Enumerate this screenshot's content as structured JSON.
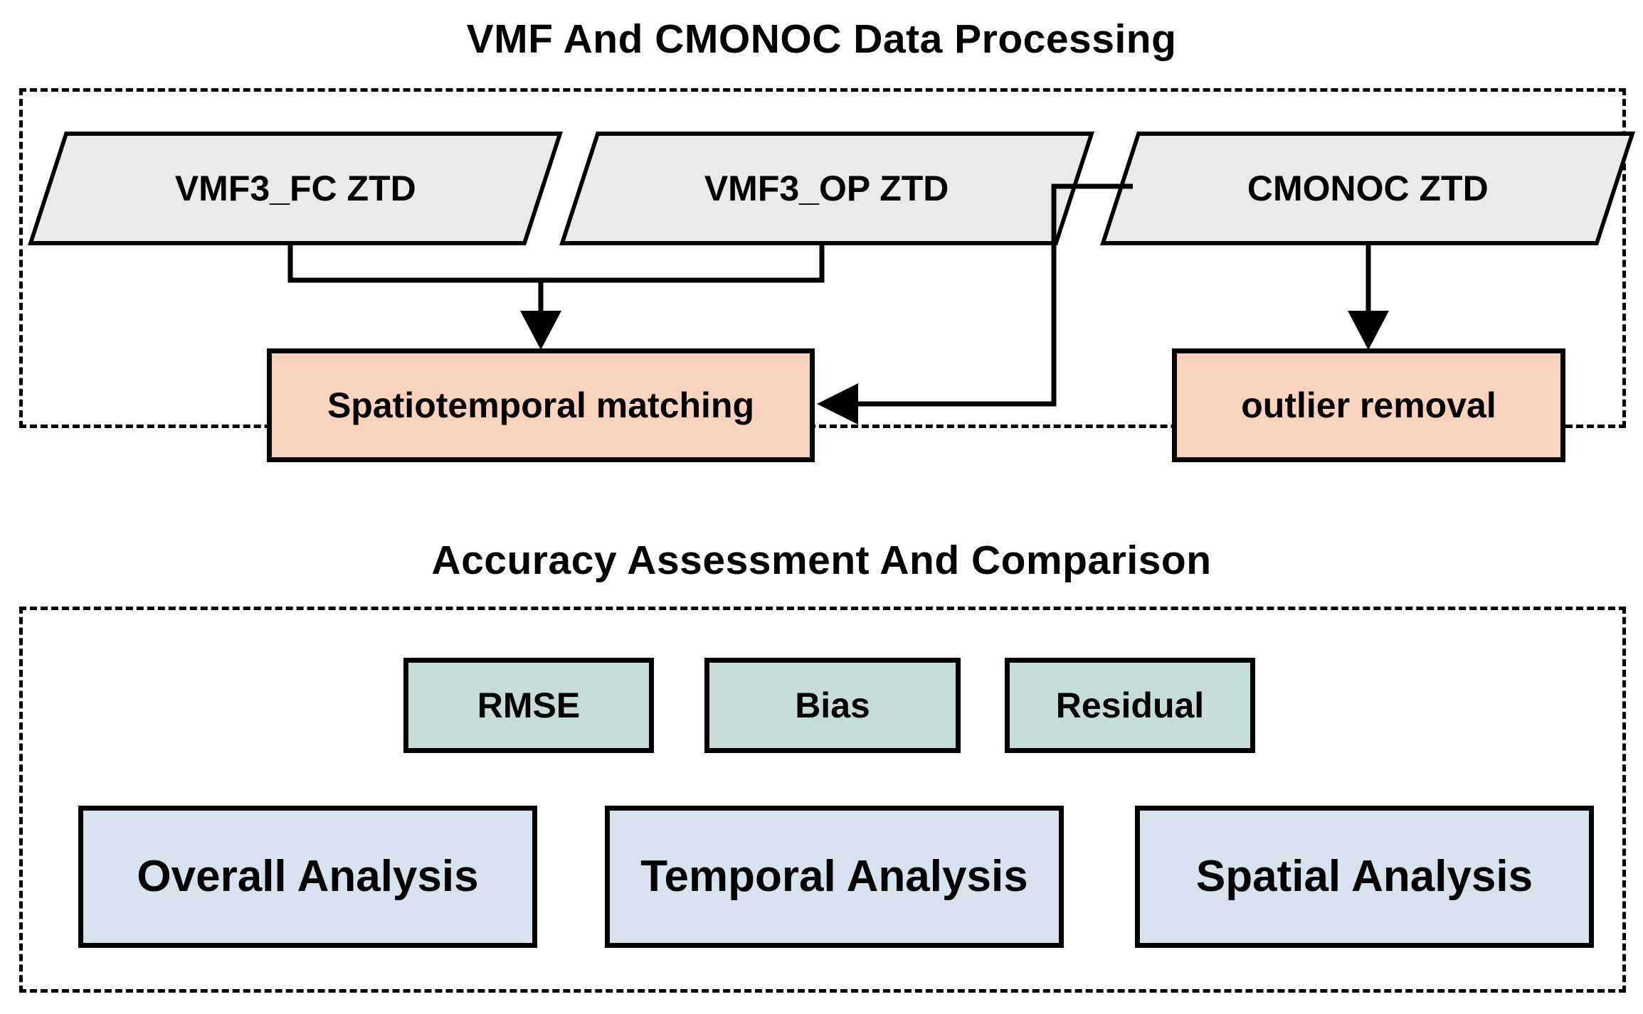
{
  "diagram": {
    "type": "flowchart",
    "sections": [
      {
        "id": "processing",
        "title": "VMF And CMONOC Data Processing",
        "nodes": [
          {
            "id": "vmf3_fc",
            "label": "VMF3_FC ZTD",
            "shape": "parallelogram",
            "fill": "#ebe9ec"
          },
          {
            "id": "vmf3_op",
            "label": "VMF3_OP ZTD",
            "shape": "parallelogram",
            "fill": "#ebe9ec"
          },
          {
            "id": "cmonoc",
            "label": "CMONOC ZTD",
            "shape": "parallelogram",
            "fill": "#ebe9ec"
          },
          {
            "id": "matching",
            "label": "Spatiotemporal matching",
            "shape": "rectangle",
            "fill": "#fad2be"
          },
          {
            "id": "outlier",
            "label": "outlier removal",
            "shape": "rectangle",
            "fill": "#fad2be"
          }
        ],
        "edges": [
          {
            "from": "vmf3_fc",
            "to": "matching",
            "style": "elbow-merge",
            "arrow": "down"
          },
          {
            "from": "vmf3_op",
            "to": "matching",
            "style": "elbow-merge",
            "arrow": "down"
          },
          {
            "from": "cmonoc",
            "to": "outlier",
            "style": "straight",
            "arrow": "down"
          },
          {
            "from": "cmonoc",
            "to": "matching",
            "style": "elbow-left",
            "arrow": "left"
          }
        ]
      },
      {
        "id": "assessment",
        "title": "Accuracy Assessment And Comparison",
        "nodes": [
          {
            "id": "rmse",
            "label": "RMSE",
            "shape": "rectangle",
            "fill": "#c5dcd9"
          },
          {
            "id": "bias",
            "label": "Bias",
            "shape": "rectangle",
            "fill": "#c5dcd9"
          },
          {
            "id": "residual",
            "label": "Residual",
            "shape": "rectangle",
            "fill": "#c5dcd9"
          },
          {
            "id": "overall",
            "label": "Overall Analysis",
            "shape": "rectangle",
            "fill": "#d6e2ee"
          },
          {
            "id": "temporal",
            "label": "Temporal Analysis",
            "shape": "rectangle",
            "fill": "#d6e2ee"
          },
          {
            "id": "spatial",
            "label": "Spatial Analysis",
            "shape": "rectangle",
            "fill": "#d6e2ee"
          }
        ],
        "edges": []
      }
    ],
    "colors": {
      "data_node": "#ebe9ec",
      "process_node": "#fad2be",
      "metric_node": "#c5dcd9",
      "analysis_node": "#d6e2ee",
      "stroke": "#000000",
      "background": "#ffffff"
    }
  }
}
